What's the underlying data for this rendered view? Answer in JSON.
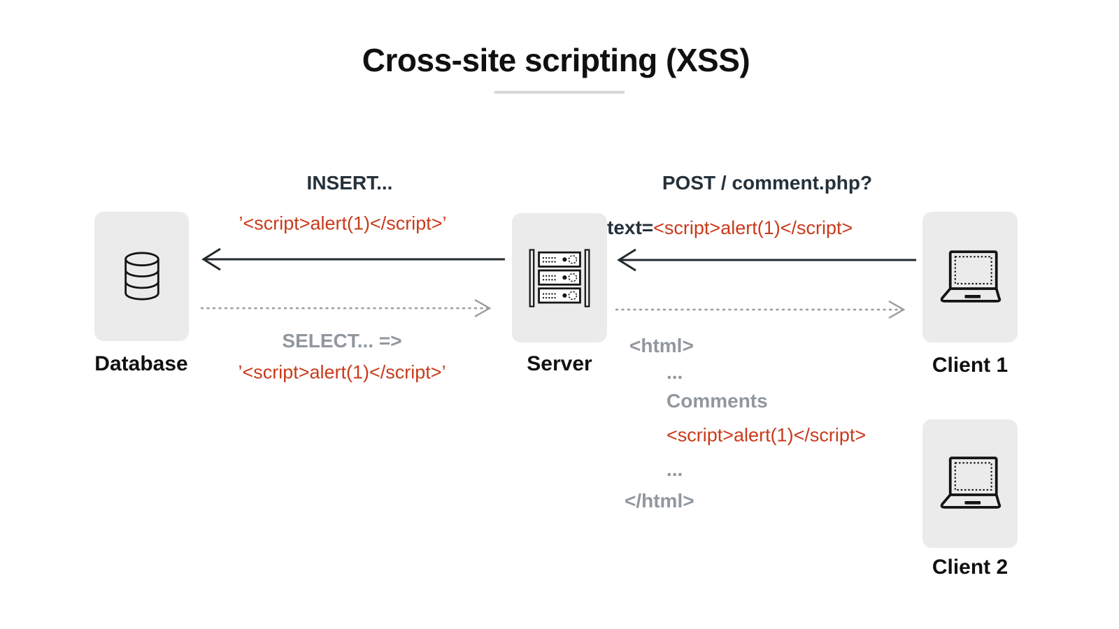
{
  "title": {
    "text": "Cross-site scripting (XSS)"
  },
  "colors": {
    "near_black": "#101010",
    "dark": "#25313a",
    "gray": "#91979d",
    "red": "#c93a1a",
    "box_fill": "#ebebeb",
    "underline": "#d6d6d6",
    "solid_arrow": "#232a2e",
    "dashed_arrow": "#9b9b9b"
  },
  "nodes": {
    "database": {
      "label": "Database"
    },
    "server": {
      "label": "Server"
    },
    "client1": {
      "label": "Client 1"
    },
    "client2": {
      "label": "Client 2"
    }
  },
  "icons": {
    "database": "database-cylinder-icon",
    "server": "server-rack-icon",
    "client1": "laptop-icon",
    "client2": "laptop-icon"
  },
  "flows": {
    "insert": {
      "label": "INSERT...",
      "payload": "’<script>alert(1)</script>’"
    },
    "select": {
      "label": "SELECT... =>",
      "payload": "’<script>alert(1)</script>’"
    },
    "post": {
      "label": "POST / comment.php?",
      "param": "text=",
      "payload": "<script>alert(1)</script>"
    },
    "response": {
      "lines": [
        "<html>",
        "...",
        "Comments",
        "<script>alert(1)</script>",
        "...",
        "</html>"
      ]
    }
  }
}
